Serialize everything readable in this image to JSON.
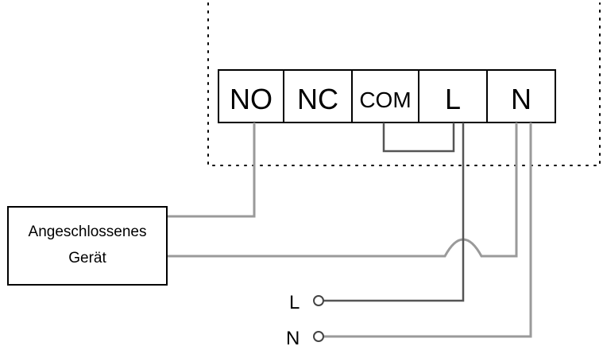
{
  "terminals": [
    {
      "label": "NO"
    },
    {
      "label": "NC"
    },
    {
      "label": "COM"
    },
    {
      "label": "L"
    },
    {
      "label": "N"
    }
  ],
  "device": {
    "line1": "Angeschlossenes",
    "line2": "Gerät"
  },
  "supply": {
    "l_label": "L",
    "n_label": "N"
  }
}
